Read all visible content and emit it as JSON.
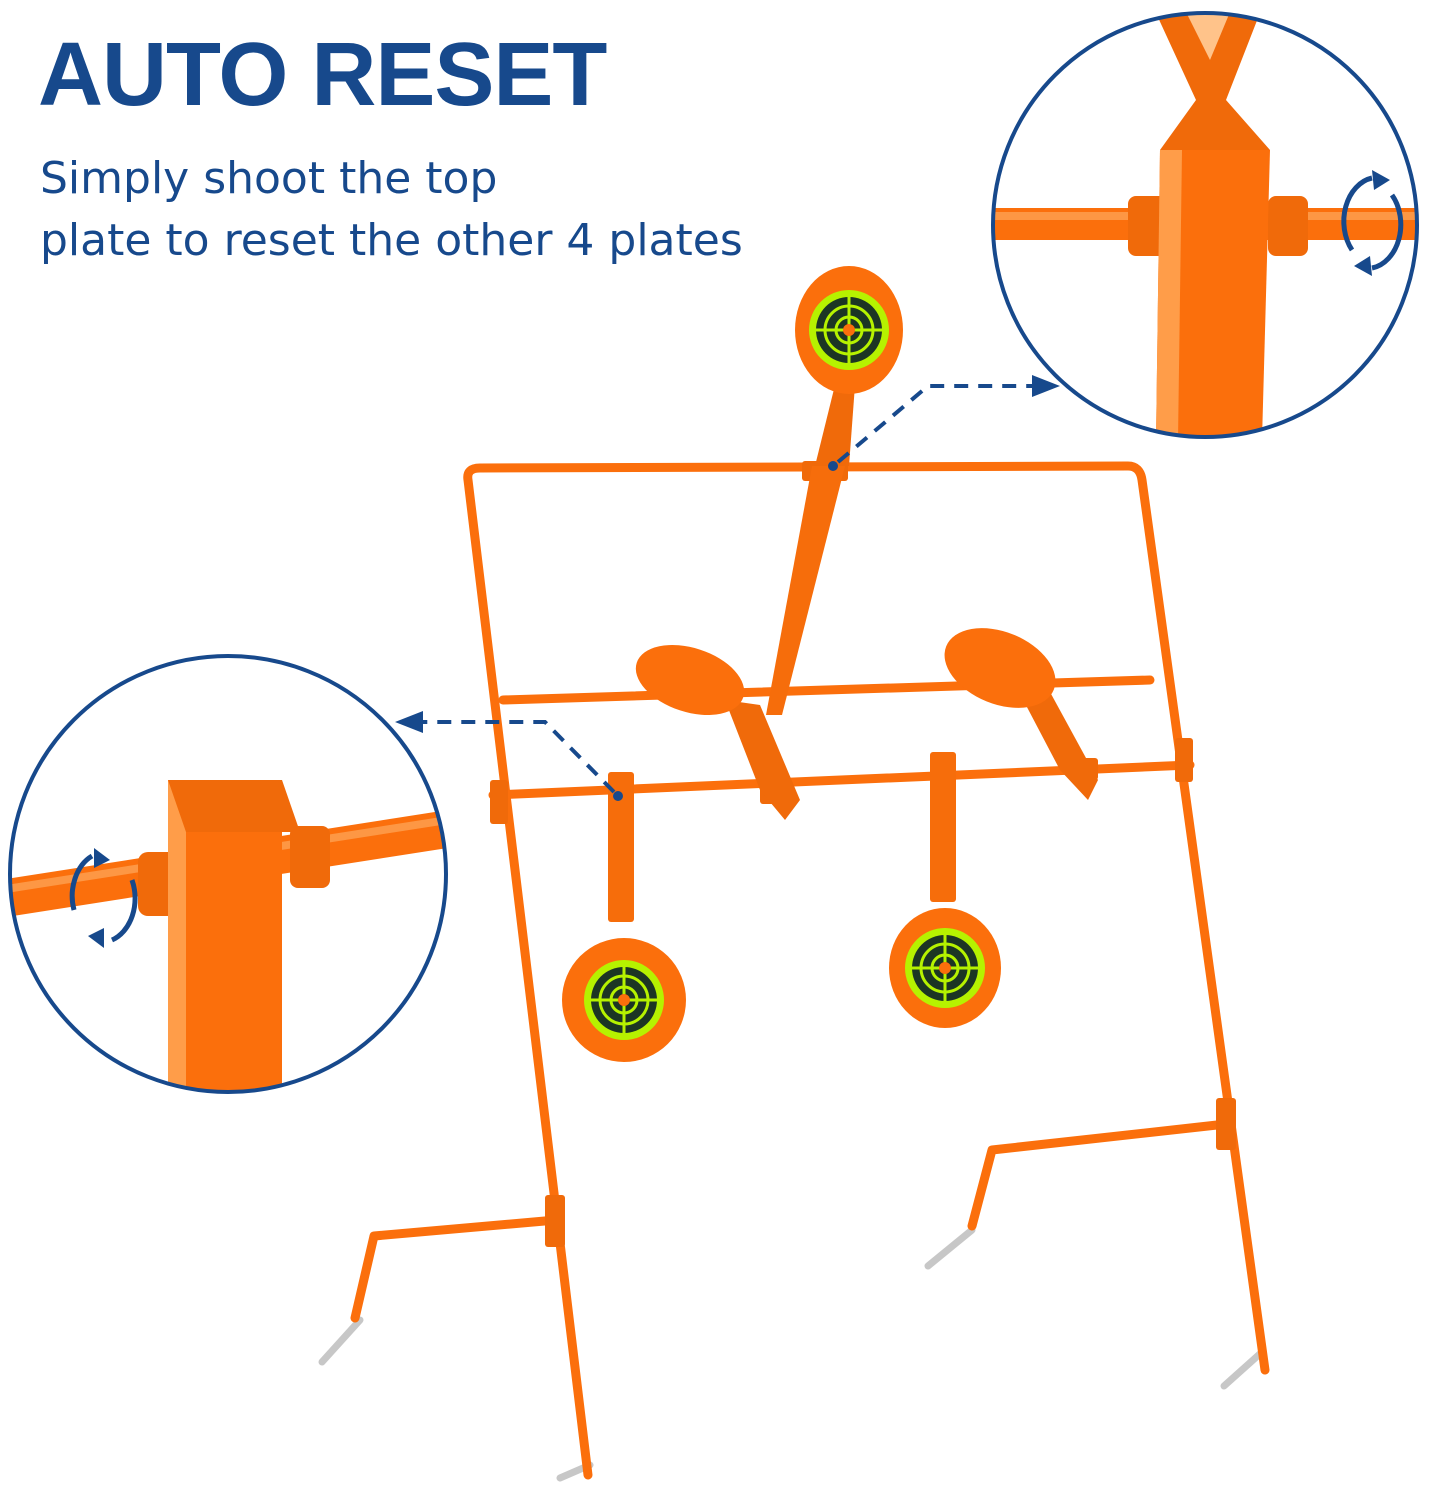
{
  "headline": "AUTO RESET",
  "description": {
    "line1": "Simply shoot the top",
    "line2": "plate to reset the other 4 plates"
  },
  "colors": {
    "brand_blue": "#17498c",
    "frame_orange": "#fb6f0c",
    "target_green": "#b6f200",
    "target_dark": "#1c3524"
  },
  "icons": {
    "rotate_top": "rotate-arrows-icon",
    "rotate_left": "rotate-arrows-icon"
  }
}
